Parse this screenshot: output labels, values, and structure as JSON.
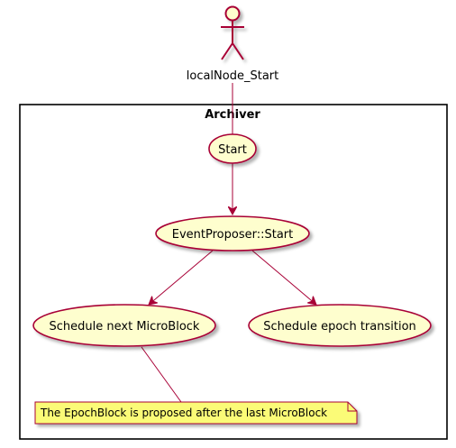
{
  "actor": {
    "name": "localNode_Start"
  },
  "package": {
    "title": "Archiver"
  },
  "usecases": {
    "start": "Start",
    "event_proposer": "EventProposer::Start",
    "schedule_microblock": "Schedule next MicroBlock",
    "schedule_epoch": "Schedule epoch transition"
  },
  "note": {
    "text": "The EpochBlock is proposed after the last MicroBlock"
  },
  "colors": {
    "stroke": "#A80036",
    "usecase_fill": "#FEFECE",
    "note_fill": "#FBFB77",
    "package_border": "#000000"
  }
}
